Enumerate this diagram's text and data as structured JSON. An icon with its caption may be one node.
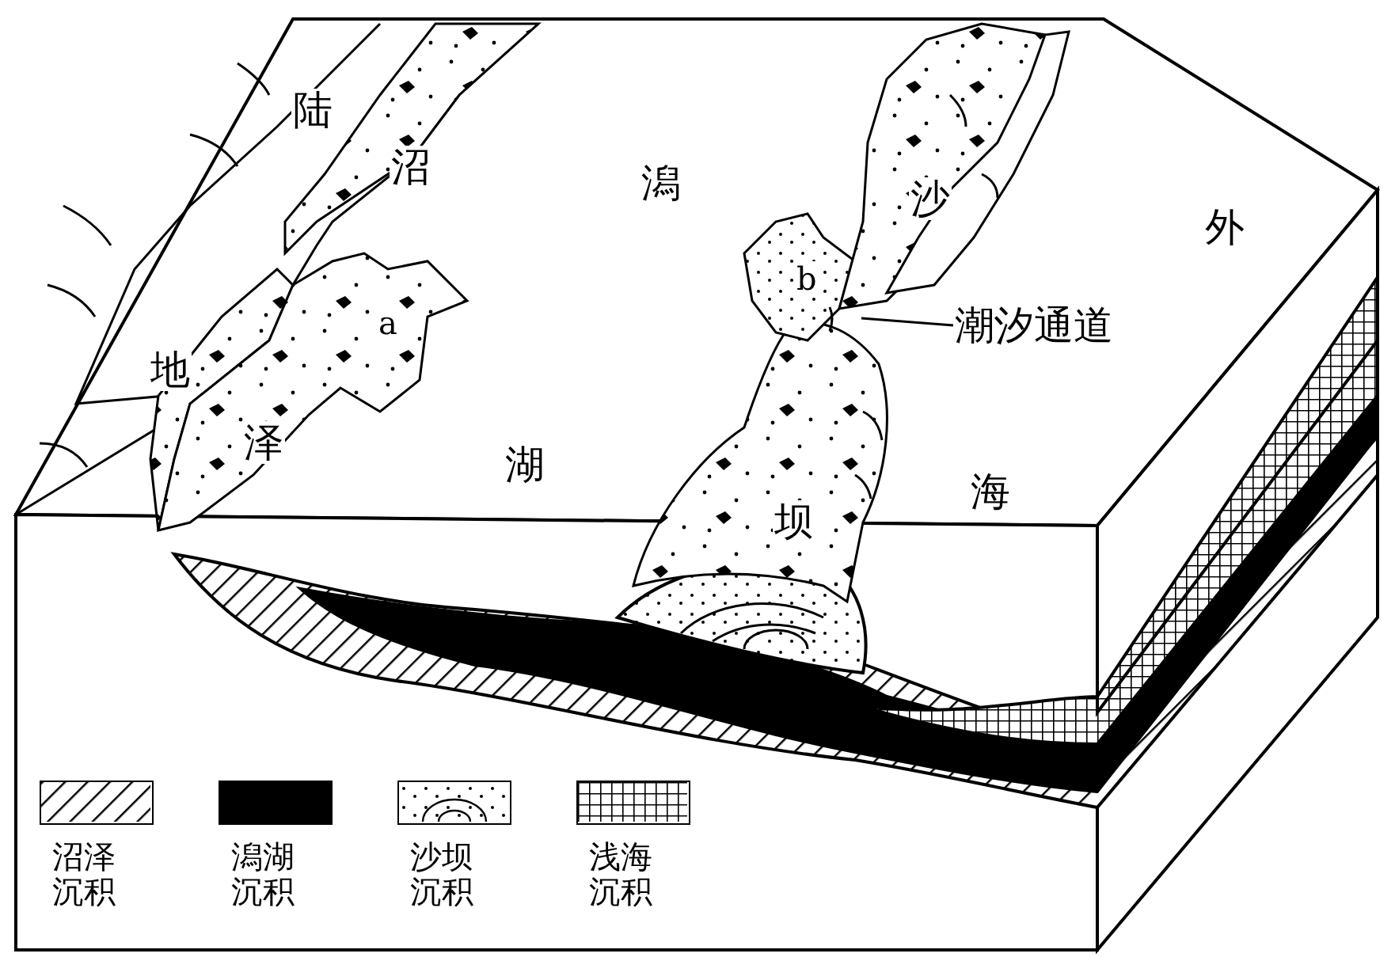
{
  "diagram": {
    "nodes": [
      {
        "text": [
          "潮汐通道"
        ]
      },
      {
        "text": [],
        "shape": "picture"
      }
    ],
    "edges": [
      {
        "from": 0,
        "to": 1,
        "arrow": "none"
      }
    ],
    "labels": [
      "陆",
      "沼",
      "潟",
      "沙",
      "外",
      "b",
      "a",
      "地",
      "泽",
      "湖",
      "坝",
      "海"
    ],
    "legend": [
      {
        "text": "沼泽沉积"
      },
      {
        "text": "潟湖沉积",
        "color": "#000000"
      },
      {
        "text": "沙坝沉积"
      },
      {
        "text": "浅海沉积"
      }
    ]
  }
}
